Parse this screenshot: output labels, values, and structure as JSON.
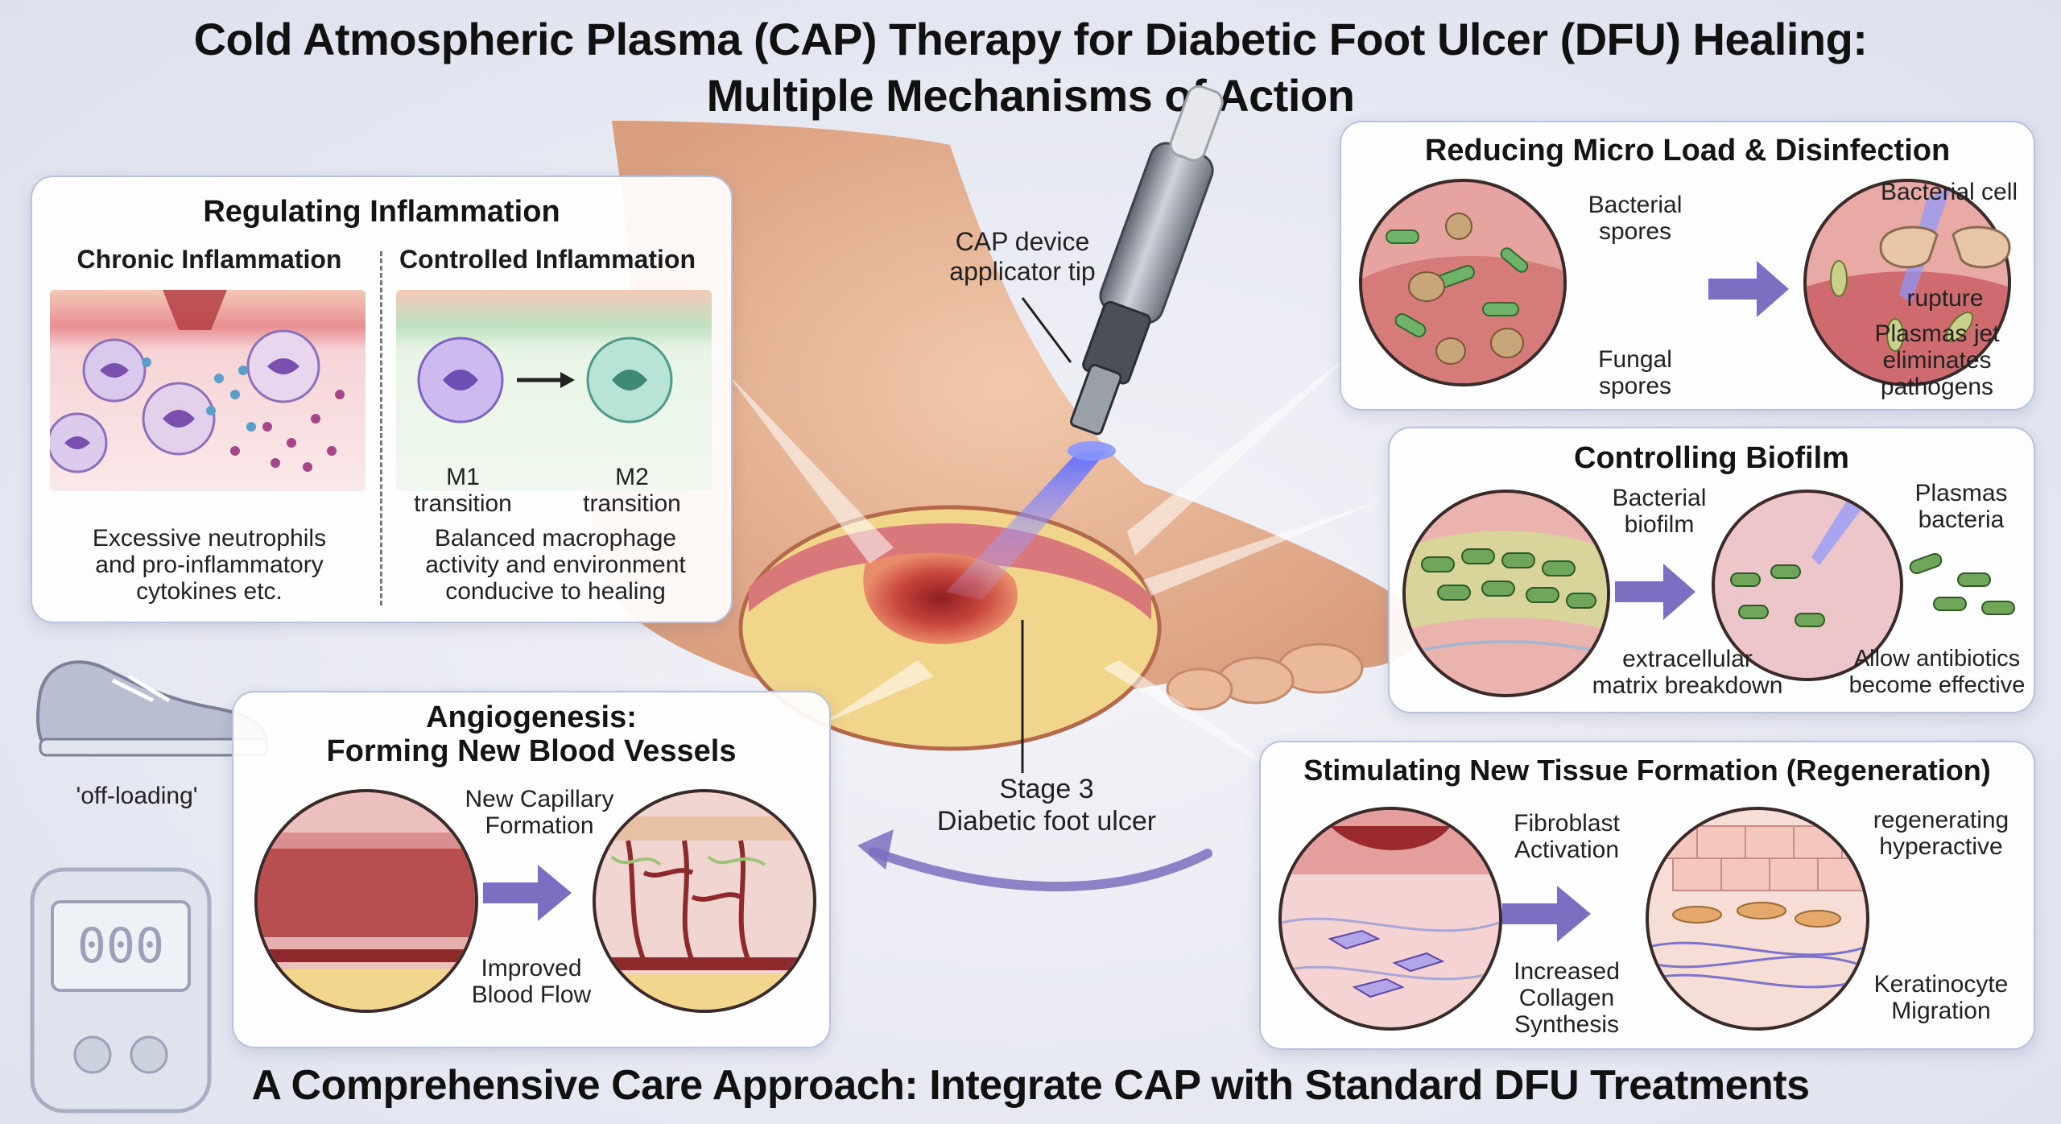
{
  "title_line1": "Cold Atmospheric Plasma (CAP) Therapy for Diabetic Foot Ulcer (DFU) Healing:",
  "title_line2": "Multiple Mechanisms of Action",
  "footer": "A Comprehensive Care Approach: Integrate CAP with Standard DFU Treatments",
  "center": {
    "device_label_1": "CAP device",
    "device_label_2": "applicator tip",
    "ulcer_label_1": "Stage 3",
    "ulcer_label_2": "Diabetic foot ulcer",
    "offloading": "'off-loading'",
    "glucometer_display": "000"
  },
  "inflammation": {
    "title": "Regulating Inflammation",
    "left_heading": "Chronic Inflammation",
    "right_heading": "Controlled Inflammation",
    "m1": "M1",
    "m1_sub": "transition",
    "m2": "M2",
    "m2_sub": "transition",
    "left_caption_1": "Excessive neutrophils",
    "left_caption_2": "and pro-inflammatory",
    "left_caption_3": "cytokines etc.",
    "right_caption_1": "Balanced macrophage",
    "right_caption_2": "activity and environment",
    "right_caption_3": "conducive to healing"
  },
  "microload": {
    "title": "Reducing Micro Load & Disinfection",
    "bacterial_spores_1": "Bacterial",
    "bacterial_spores_2": "spores",
    "fungal_spores_1": "Fungal",
    "fungal_spores_2": "spores",
    "bacterial_cell": "Bacterial cell",
    "rupture": "rupture",
    "jet_1": "Plasmas jet",
    "jet_2": "eliminates",
    "jet_3": "pathogens"
  },
  "biofilm": {
    "title": "Controlling Biofilm",
    "bacterial_biofilm_1": "Bacterial",
    "bacterial_biofilm_2": "biofilm",
    "plasmas_bacteria_1": "Plasmas",
    "plasmas_bacteria_2": "bacteria",
    "ecm_1": "extracellular",
    "ecm_2": "matrix breakdown",
    "antibiotics_1": "Allow antibiotics",
    "antibiotics_2": "become effective"
  },
  "regeneration": {
    "title": "Stimulating New Tissue Formation (Regeneration)",
    "fibroblast_1": "Fibroblast",
    "fibroblast_2": "Activation",
    "collagen_1": "Increased",
    "collagen_2": "Collagen",
    "collagen_3": "Synthesis",
    "regen_1": "regenerating",
    "regen_2": "hyperactive",
    "kera_1": "Keratinocyte",
    "kera_2": "Migration"
  },
  "angiogenesis": {
    "title_1": "Angiogenesis:",
    "title_2": "Forming New Blood Vessels",
    "capillary_1": "New Capillary",
    "capillary_2": "Formation",
    "flow_1": "Improved",
    "flow_2": "Blood Flow"
  },
  "colors": {
    "accent_arrow": "#7a6fc0",
    "panel_border": "#b8c2dc",
    "plasma": "#7d8cff",
    "tissue": "#e7a3a0"
  }
}
